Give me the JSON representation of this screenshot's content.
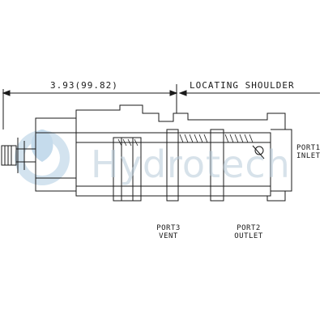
{
  "dimension": {
    "text": "3.93(99.82)"
  },
  "locating_shoulder": {
    "text": "LOCATING SHOULDER"
  },
  "ports": [
    {
      "line1": "PORT3",
      "line2": "VENT"
    },
    {
      "line1": "PORT2",
      "line2": "OUTLET"
    },
    {
      "line1": "PORT1",
      "line2": "INLET"
    }
  ],
  "watermark": {
    "text": "Hydrotech",
    "logo": "hydrotech-drop-logo"
  },
  "colors": {
    "line": "#1a1a1a",
    "watermark": "#b8cbd9"
  }
}
